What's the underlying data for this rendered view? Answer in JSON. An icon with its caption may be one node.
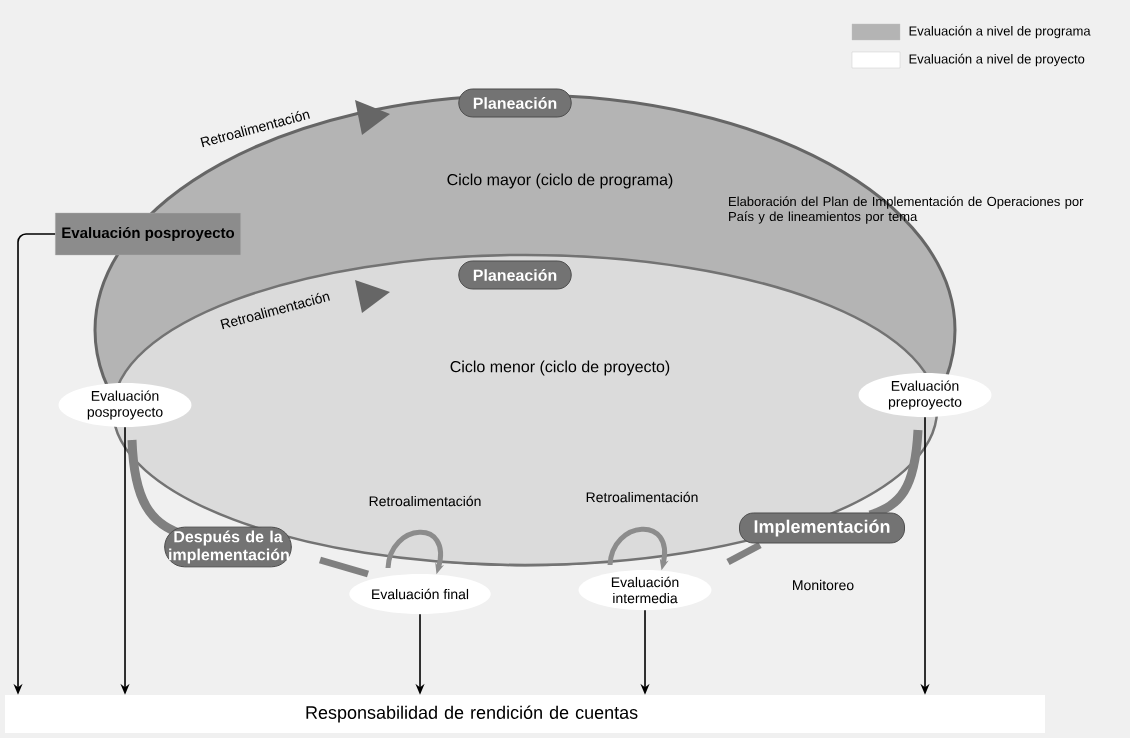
{
  "diagram": {
    "nodes": [
      {
        "text": [
          "Planeación"
        ]
      },
      {
        "text": [
          "Planeación"
        ]
      },
      {
        "text": [
          "Evaluación posproyecto"
        ]
      },
      {
        "text": [
          "Evaluación posproyecto"
        ]
      },
      {
        "text": [
          "Evaluación preproyecto"
        ]
      },
      {
        "text": [
          "Después de la implementación"
        ]
      },
      {
        "text": [
          "Evaluación final"
        ]
      },
      {
        "text": [
          "Evaluación intermedia"
        ]
      },
      {
        "text": [
          "Implementación"
        ]
      },
      {
        "text": [
          "Responsabilidad de rendición de cuentas"
        ]
      }
    ],
    "edges": [
      {
        "from": 2,
        "to": 9,
        "arrow": "to"
      },
      {
        "from": 3,
        "to": 9,
        "arrow": "to"
      },
      {
        "from": 6,
        "to": 9,
        "arrow": "to"
      },
      {
        "from": 7,
        "to": 9,
        "arrow": "to"
      },
      {
        "from": 4,
        "to": 9,
        "arrow": "to"
      },
      {
        "from": null,
        "to": 6,
        "arrow": "to",
        "style": "thick",
        "color": "#8c8c8c"
      },
      {
        "from": null,
        "to": 7,
        "arrow": "to",
        "style": "thick",
        "color": "#8c8c8c"
      }
    ],
    "labels": [
      "Retroalimentación",
      "Ciclo mayor (ciclo de programa)",
      "Elaboración del Plan de Implementación de Operaciones por País y de lineamientos por tema",
      "Retroalimentación",
      "Ciclo menor (ciclo de proyecto)",
      "Retroalimentación",
      "Retroalimentación",
      "Monitoreo"
    ],
    "legend": [
      {
        "text": "Evaluación a nivel de programa",
        "color": "#b4b4b4"
      },
      {
        "text": "Evaluación a nivel de proyecto",
        "color": "#ffffff"
      }
    ]
  }
}
